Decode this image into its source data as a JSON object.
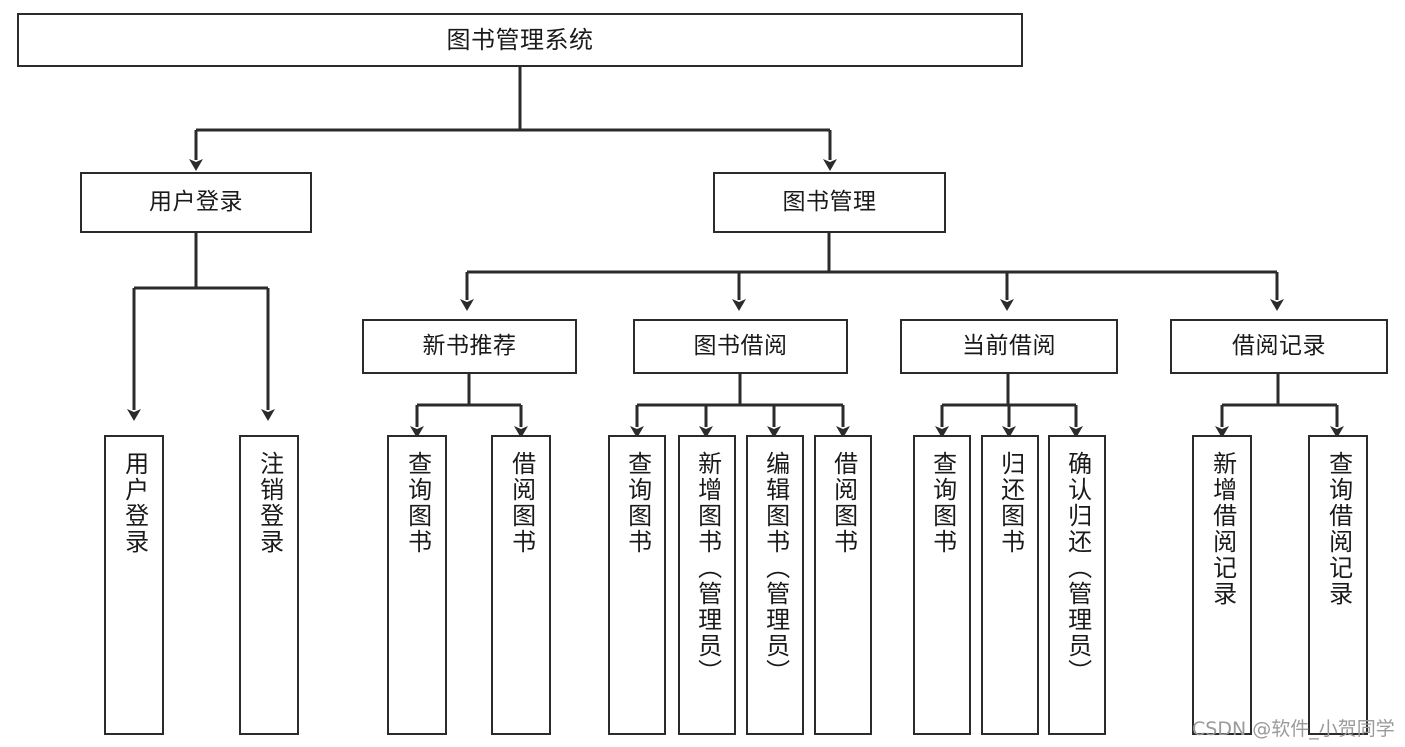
{
  "diagram": {
    "title": "图书管理系统",
    "type": "功能结构图",
    "root": {
      "id": "root",
      "label": "图书管理系统"
    },
    "level1": [
      {
        "id": "user-login",
        "label": "用户登录"
      },
      {
        "id": "book-manage",
        "label": "图书管理"
      }
    ],
    "level2": [
      {
        "id": "new-book-recommend",
        "label": "新书推荐",
        "parent": "book-manage"
      },
      {
        "id": "book-borrow",
        "label": "图书借阅",
        "parent": "book-manage"
      },
      {
        "id": "current-borrow",
        "label": "当前借阅",
        "parent": "book-manage"
      },
      {
        "id": "borrow-record",
        "label": "借阅记录",
        "parent": "book-manage"
      }
    ],
    "leaves": [
      {
        "id": "leaf-user-login",
        "label": "用户登录",
        "parent": "user-login"
      },
      {
        "id": "leaf-logout",
        "label": "注销登录",
        "parent": "user-login"
      },
      {
        "id": "leaf-query-book-1",
        "label": "查询图书",
        "parent": "new-book-recommend"
      },
      {
        "id": "leaf-borrow-book-1",
        "label": "借阅图书",
        "parent": "new-book-recommend"
      },
      {
        "id": "leaf-query-book-2",
        "label": "查询图书",
        "parent": "book-borrow"
      },
      {
        "id": "leaf-add-book",
        "label": "新增图书（管理员）",
        "parent": "book-borrow"
      },
      {
        "id": "leaf-edit-book",
        "label": "编辑图书（管理员）",
        "parent": "book-borrow"
      },
      {
        "id": "leaf-borrow-book-2",
        "label": "借阅图书",
        "parent": "book-borrow"
      },
      {
        "id": "leaf-query-book-3",
        "label": "查询图书",
        "parent": "current-borrow"
      },
      {
        "id": "leaf-return-book",
        "label": "归还图书",
        "parent": "current-borrow"
      },
      {
        "id": "leaf-confirm-return",
        "label": "确认归还（管理员）",
        "parent": "current-borrow"
      },
      {
        "id": "leaf-add-record",
        "label": "新增借阅记录",
        "parent": "borrow-record"
      },
      {
        "id": "leaf-query-record",
        "label": "查询借阅记录",
        "parent": "borrow-record"
      }
    ]
  },
  "watermark": {
    "text": "CSDN @软件_小贺同学"
  },
  "colors": {
    "border": "#2b2b2b",
    "background": "#ffffff",
    "text": "#1a1a1a",
    "watermark": "#9a9a9a"
  }
}
